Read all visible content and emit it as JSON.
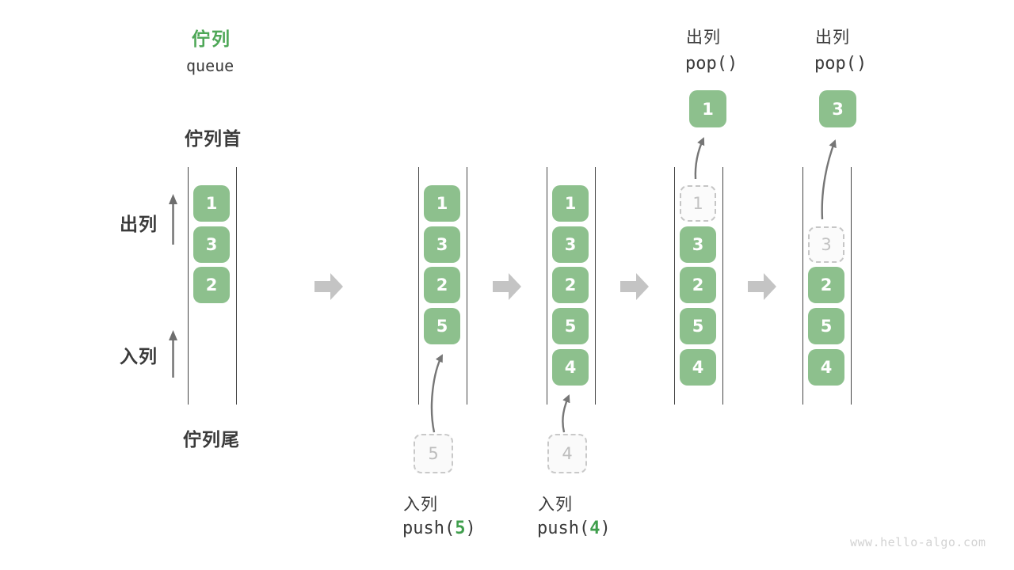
{
  "title": {
    "zh": "佇列",
    "en": "queue"
  },
  "side_labels": {
    "front": "佇列首",
    "rear": "佇列尾",
    "dequeue": "出列",
    "enqueue": "入列"
  },
  "colors": {
    "cell_green": "#8dc08d",
    "title_green": "#4ea757",
    "accent_green": "#3f9e4c",
    "rail_gray": "#454545",
    "block_arrow_gray": "#c4c4c4",
    "thin_arrow_gray": "#767676",
    "ghost_gray": "#c6c6c6"
  },
  "watermark": "www.hello-algo.com",
  "states": [
    {
      "cells": [
        {
          "v": "1",
          "t": "solid"
        },
        {
          "v": "3",
          "t": "solid"
        },
        {
          "v": "2",
          "t": "solid"
        }
      ]
    },
    {
      "cells": [
        {
          "v": "1",
          "t": "solid"
        },
        {
          "v": "3",
          "t": "solid"
        },
        {
          "v": "2",
          "t": "solid"
        },
        {
          "v": "5",
          "t": "solid"
        }
      ],
      "op": {
        "verb": "入列",
        "call_open": "push(",
        "arg": "5",
        "call_close": ")"
      },
      "incoming": "5"
    },
    {
      "cells": [
        {
          "v": "1",
          "t": "solid"
        },
        {
          "v": "3",
          "t": "solid"
        },
        {
          "v": "2",
          "t": "solid"
        },
        {
          "v": "5",
          "t": "solid"
        },
        {
          "v": "4",
          "t": "solid"
        }
      ],
      "op": {
        "verb": "入列",
        "call_open": "push(",
        "arg": "4",
        "call_close": ")"
      },
      "incoming": "4"
    },
    {
      "cells": [
        {
          "v": "1",
          "t": "ghost"
        },
        {
          "v": "3",
          "t": "solid"
        },
        {
          "v": "2",
          "t": "solid"
        },
        {
          "v": "5",
          "t": "solid"
        },
        {
          "v": "4",
          "t": "solid"
        }
      ],
      "op": {
        "verb": "出列",
        "call": "pop()"
      },
      "popped": "1"
    },
    {
      "cells": [
        {
          "v": "",
          "t": "empty"
        },
        {
          "v": "3",
          "t": "ghost"
        },
        {
          "v": "2",
          "t": "solid"
        },
        {
          "v": "5",
          "t": "solid"
        },
        {
          "v": "4",
          "t": "solid"
        }
      ],
      "op": {
        "verb": "出列",
        "call": "pop()"
      },
      "popped": "3"
    }
  ]
}
